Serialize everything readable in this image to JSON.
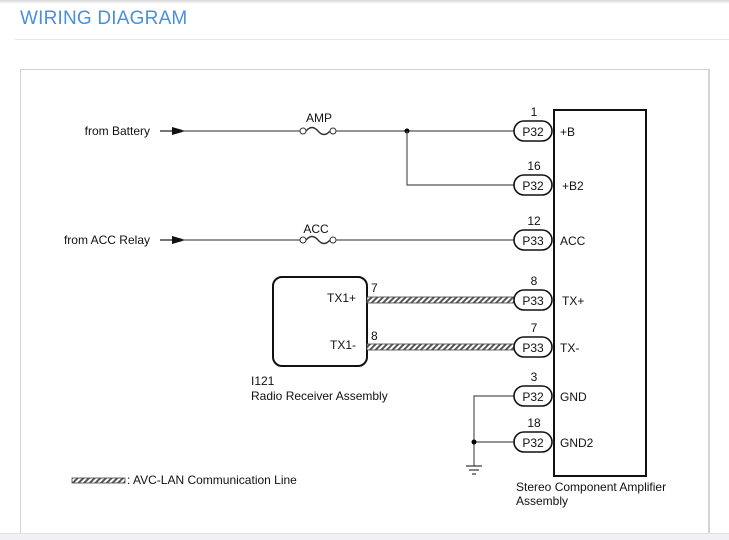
{
  "header": {
    "title": "WIRING DIAGRAM"
  },
  "diagram": {
    "sources": [
      {
        "label": "from Battery",
        "fuse": "AMP"
      },
      {
        "label": "from ACC Relay",
        "fuse": "ACC"
      }
    ],
    "radio_receiver": {
      "code": "I121",
      "name": "Radio Receiver Assembly",
      "pins": [
        {
          "pin": "7",
          "name": "TX1+"
        },
        {
          "pin": "8",
          "name": "TX1-"
        }
      ]
    },
    "amplifier": {
      "name_line1": "Stereo Component Amplifier",
      "name_line2": "Assembly",
      "terminals": [
        {
          "pin": "1",
          "connector": "P32",
          "name": "+B"
        },
        {
          "pin": "16",
          "connector": "P32",
          "name": "+B2"
        },
        {
          "pin": "12",
          "connector": "P33",
          "name": "ACC"
        },
        {
          "pin": "8",
          "connector": "P33",
          "name": "TX+"
        },
        {
          "pin": "7",
          "connector": "P33",
          "name": "TX-"
        },
        {
          "pin": "3",
          "connector": "P32",
          "name": "GND"
        },
        {
          "pin": "18",
          "connector": "P32",
          "name": "GND2"
        }
      ]
    },
    "legend": {
      "text": ": AVC-LAN Communication Line"
    }
  }
}
